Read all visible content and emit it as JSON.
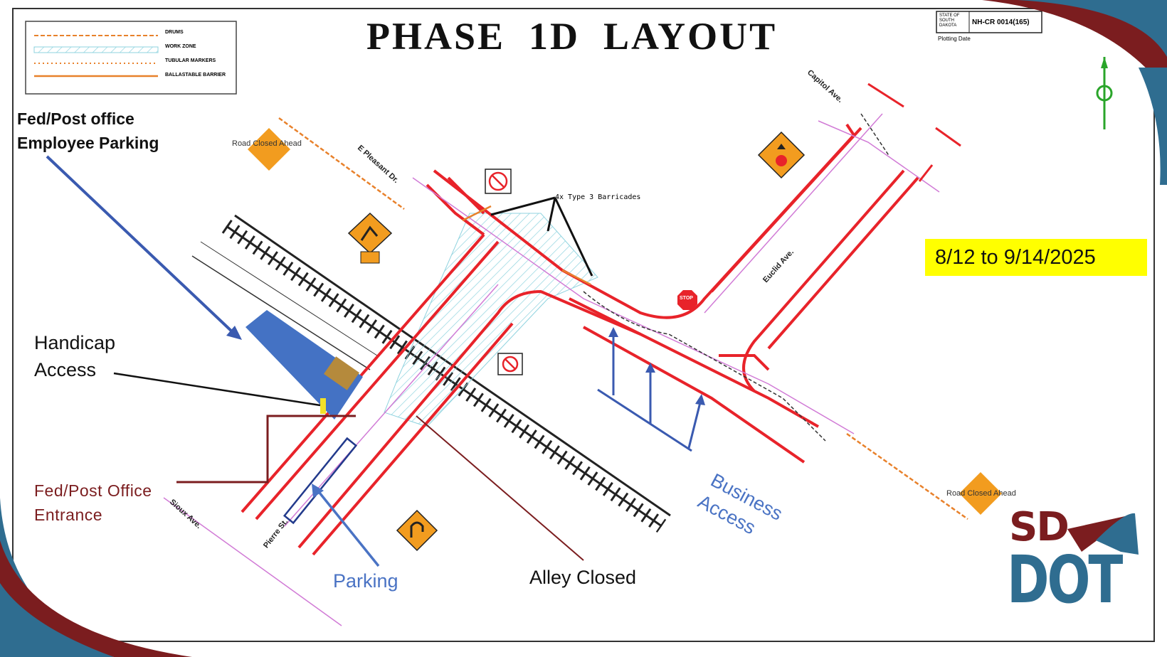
{
  "title": "PHASE  1D  LAYOUT",
  "date_range": "8/12 to 9/14/2025",
  "legend": {
    "items": [
      {
        "label": "DRUMS",
        "color": "#e8812b",
        "style": "dashed-dots"
      },
      {
        "label": "WORK ZONE",
        "color": "#9adbe6",
        "style": "hatched"
      },
      {
        "label": "TUBULAR MARKERS",
        "color": "#e8812b",
        "style": "dots"
      },
      {
        "label": "BALLASTABLE BARRIER",
        "color": "#e8812b",
        "style": "solid"
      }
    ]
  },
  "title_block": {
    "state": "STATE OF SOUTH DAKOTA",
    "project": "NH-CR 0014(165)",
    "plot_label": "Plotting Date"
  },
  "callouts": {
    "parking_lot_line1": "Fed/Post office",
    "parking_lot_line2": "Employee Parking",
    "handicap_line1": "Handicap",
    "handicap_line2": "Access",
    "entrance_line1": "Fed/Post Office",
    "entrance_line2": "Entrance",
    "parking": "Parking",
    "alley_closed": "Alley Closed",
    "business_line1": "Business",
    "business_line2": "Access"
  },
  "streets": {
    "pleasant": "E Pleasant Dr.",
    "capitol": "Capitol Ave.",
    "euclid": "Euclid Ave.",
    "sioux": "Sioux Ave.",
    "pierre": "Pierre St."
  },
  "signs": {
    "road_closed_1": "Road Closed Ahead",
    "road_closed_2": "Road Closed Ahead",
    "barricades": "4x Type 3 Barricades",
    "stop": "STOP"
  },
  "logo": {
    "top": "SD",
    "bottom": "DOT"
  },
  "colors": {
    "plan_red": "#e8232a",
    "work_zone": "#9adbe6",
    "parking_blue": "#4472c4",
    "maroon": "#7b1d1f",
    "teal": "#2f6d90",
    "highlight": "#ffff00",
    "sign_orange": "#f29c1f"
  }
}
